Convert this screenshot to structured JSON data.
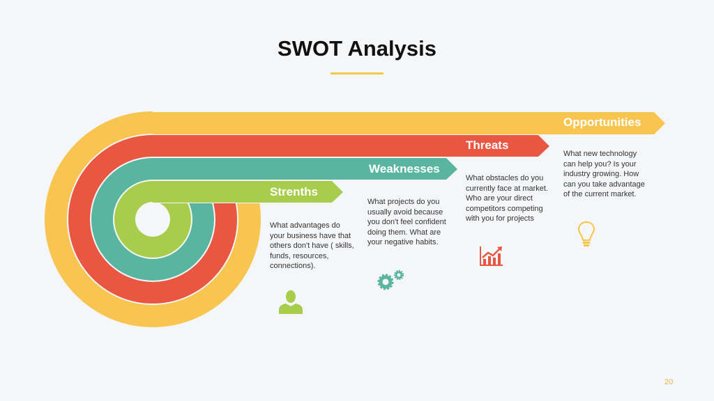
{
  "title": "SWOT Analysis",
  "page_number": "20",
  "colors": {
    "opportunities": "#F8C551",
    "threats": "#E95642",
    "weaknesses": "#5AB5A0",
    "strengths": "#A8CD4D",
    "accent": "#F6C64D"
  },
  "items": [
    {
      "label": "Strenths",
      "description": "What advantages do your business have that others don't have ( skills, funds, resources, connections).",
      "icon": "person-icon"
    },
    {
      "label": "Weaknesses",
      "description": "What projects do you usually avoid because you don't feel confident doing them. What are your negative habits.",
      "icon": "gears-icon"
    },
    {
      "label": "Threats",
      "description": "What obstacles do you currently face at market. Who are your direct competitors competing with you for projects",
      "icon": "growth-chart-icon"
    },
    {
      "label": "Opportunities",
      "description": "What new technology can help you? Is your industry growing. How can you take advantage of the current market.",
      "icon": "lightbulb-icon"
    }
  ]
}
